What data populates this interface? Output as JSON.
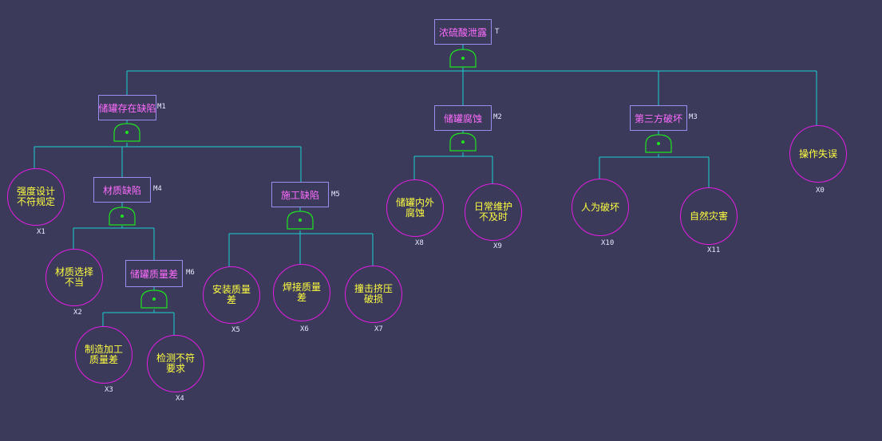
{
  "colors": {
    "background": "#3b3a5a",
    "line": "#1ad1d1",
    "gate": "#1ee31e",
    "event_border": "#9b8cf0",
    "event_text": "#ff6cff",
    "basic_border": "#e31ee3",
    "basic_text": "#ffff40",
    "tag_text": "#e8e8ff"
  },
  "top_event": {
    "label": "浓硫酸泄露",
    "tag": "T"
  },
  "intermediate_events": {
    "M1": {
      "label": "储罐存在缺陷",
      "tag": "M1"
    },
    "M2": {
      "label": "储罐腐蚀",
      "tag": "M2"
    },
    "M3": {
      "label": "第三方破坏",
      "tag": "M3"
    },
    "M4": {
      "label": "材质缺陷",
      "tag": "M4"
    },
    "M5": {
      "label": "施工缺陷",
      "tag": "M5"
    },
    "M6": {
      "label": "储罐质量差",
      "tag": "M6"
    }
  },
  "basic_events": {
    "X0": {
      "label": "操作失误",
      "tag": "X0"
    },
    "X1": {
      "label": "强度设计\n不符规定",
      "tag": "X1"
    },
    "X2": {
      "label": "材质选择\n不当",
      "tag": "X2"
    },
    "X3": {
      "label": "制造加工\n质量差",
      "tag": "X3"
    },
    "X4": {
      "label": "检测不符\n要求",
      "tag": "X4"
    },
    "X5": {
      "label": "安装质量\n差",
      "tag": "X5"
    },
    "X6": {
      "label": "焊接质量\n差",
      "tag": "X6"
    },
    "X7": {
      "label": "撞击挤压\n破损",
      "tag": "X7"
    },
    "X8": {
      "label": "储罐内外\n腐蚀",
      "tag": "X8"
    },
    "X9": {
      "label": "日常维护\n不及时",
      "tag": "X9"
    },
    "X10": {
      "label": "人为破坏",
      "tag": "X10"
    },
    "X11": {
      "label": "自然灾害",
      "tag": "X11"
    }
  },
  "gate_types": {
    "T": "or",
    "M1": "or",
    "M2": "or",
    "M3": "or",
    "M4": "or",
    "M5": "or",
    "M6": "or"
  }
}
